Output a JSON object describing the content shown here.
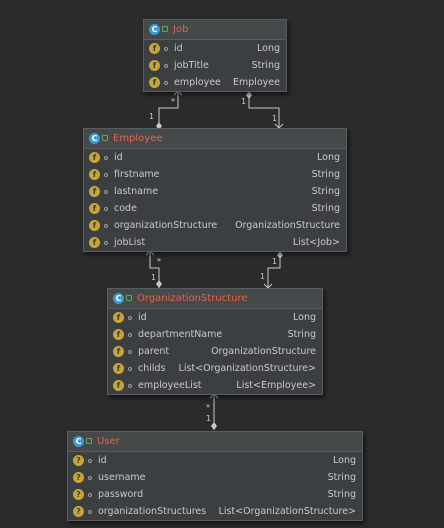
{
  "icons": {
    "class": "class-c-icon",
    "field": "field-f-icon",
    "private": "lock-icon"
  },
  "colors": {
    "background": "#2b2b2b",
    "class_name": "#e0664a",
    "class_icon": "#3d9ad1",
    "field_icon": "#c9a536"
  },
  "classes": [
    {
      "key": "job",
      "icon_letter": "C",
      "name": "Job",
      "fields": [
        {
          "icon": "f",
          "name": "id",
          "type": "Long"
        },
        {
          "icon": "f",
          "name": "jobTitle",
          "type": "String"
        },
        {
          "icon": "f",
          "name": "employee",
          "type": "Employee"
        }
      ]
    },
    {
      "key": "employee",
      "icon_letter": "C",
      "name": "Employee",
      "fields": [
        {
          "icon": "f",
          "name": "id",
          "type": "Long"
        },
        {
          "icon": "f",
          "name": "firstname",
          "type": "String"
        },
        {
          "icon": "f",
          "name": "lastname",
          "type": "String"
        },
        {
          "icon": "f",
          "name": "code",
          "type": "String"
        },
        {
          "icon": "f",
          "name": "organizationStructure",
          "type": "OrganizationStructure"
        },
        {
          "icon": "f",
          "name": "jobList",
          "type": "List<Job>"
        }
      ]
    },
    {
      "key": "organizationStructure",
      "icon_letter": "C",
      "name": "OrganizationStructure",
      "fields": [
        {
          "icon": "f",
          "name": "id",
          "type": "Long"
        },
        {
          "icon": "f",
          "name": "departmentName",
          "type": "String"
        },
        {
          "icon": "f",
          "name": "parent",
          "type": "OrganizationStructure"
        },
        {
          "icon": "f",
          "name": "childs",
          "type": "List<OrganizationStructure>"
        },
        {
          "icon": "f",
          "name": "employeeList",
          "type": "List<Employee>"
        }
      ]
    },
    {
      "key": "user",
      "icon_letter": "C",
      "name": "User",
      "fields": [
        {
          "icon": "?",
          "name": "id",
          "type": "Long"
        },
        {
          "icon": "?",
          "name": "username",
          "type": "String"
        },
        {
          "icon": "?",
          "name": "password",
          "type": "String"
        },
        {
          "icon": "?",
          "name": "organizationStructures",
          "type": "List<OrganizationStructure>"
        }
      ]
    }
  ],
  "multiplicities": {
    "job_employee_one": "1",
    "job_employee_many": "*",
    "employee_job_one_top": "1",
    "employee_job_one_bottom": "1",
    "employee_org_many": "*",
    "employee_org_one": "1",
    "employee_org_one_right_top": "1",
    "employee_org_one_right_bottom": "1",
    "org_user_many": "*",
    "org_user_one": "1"
  }
}
